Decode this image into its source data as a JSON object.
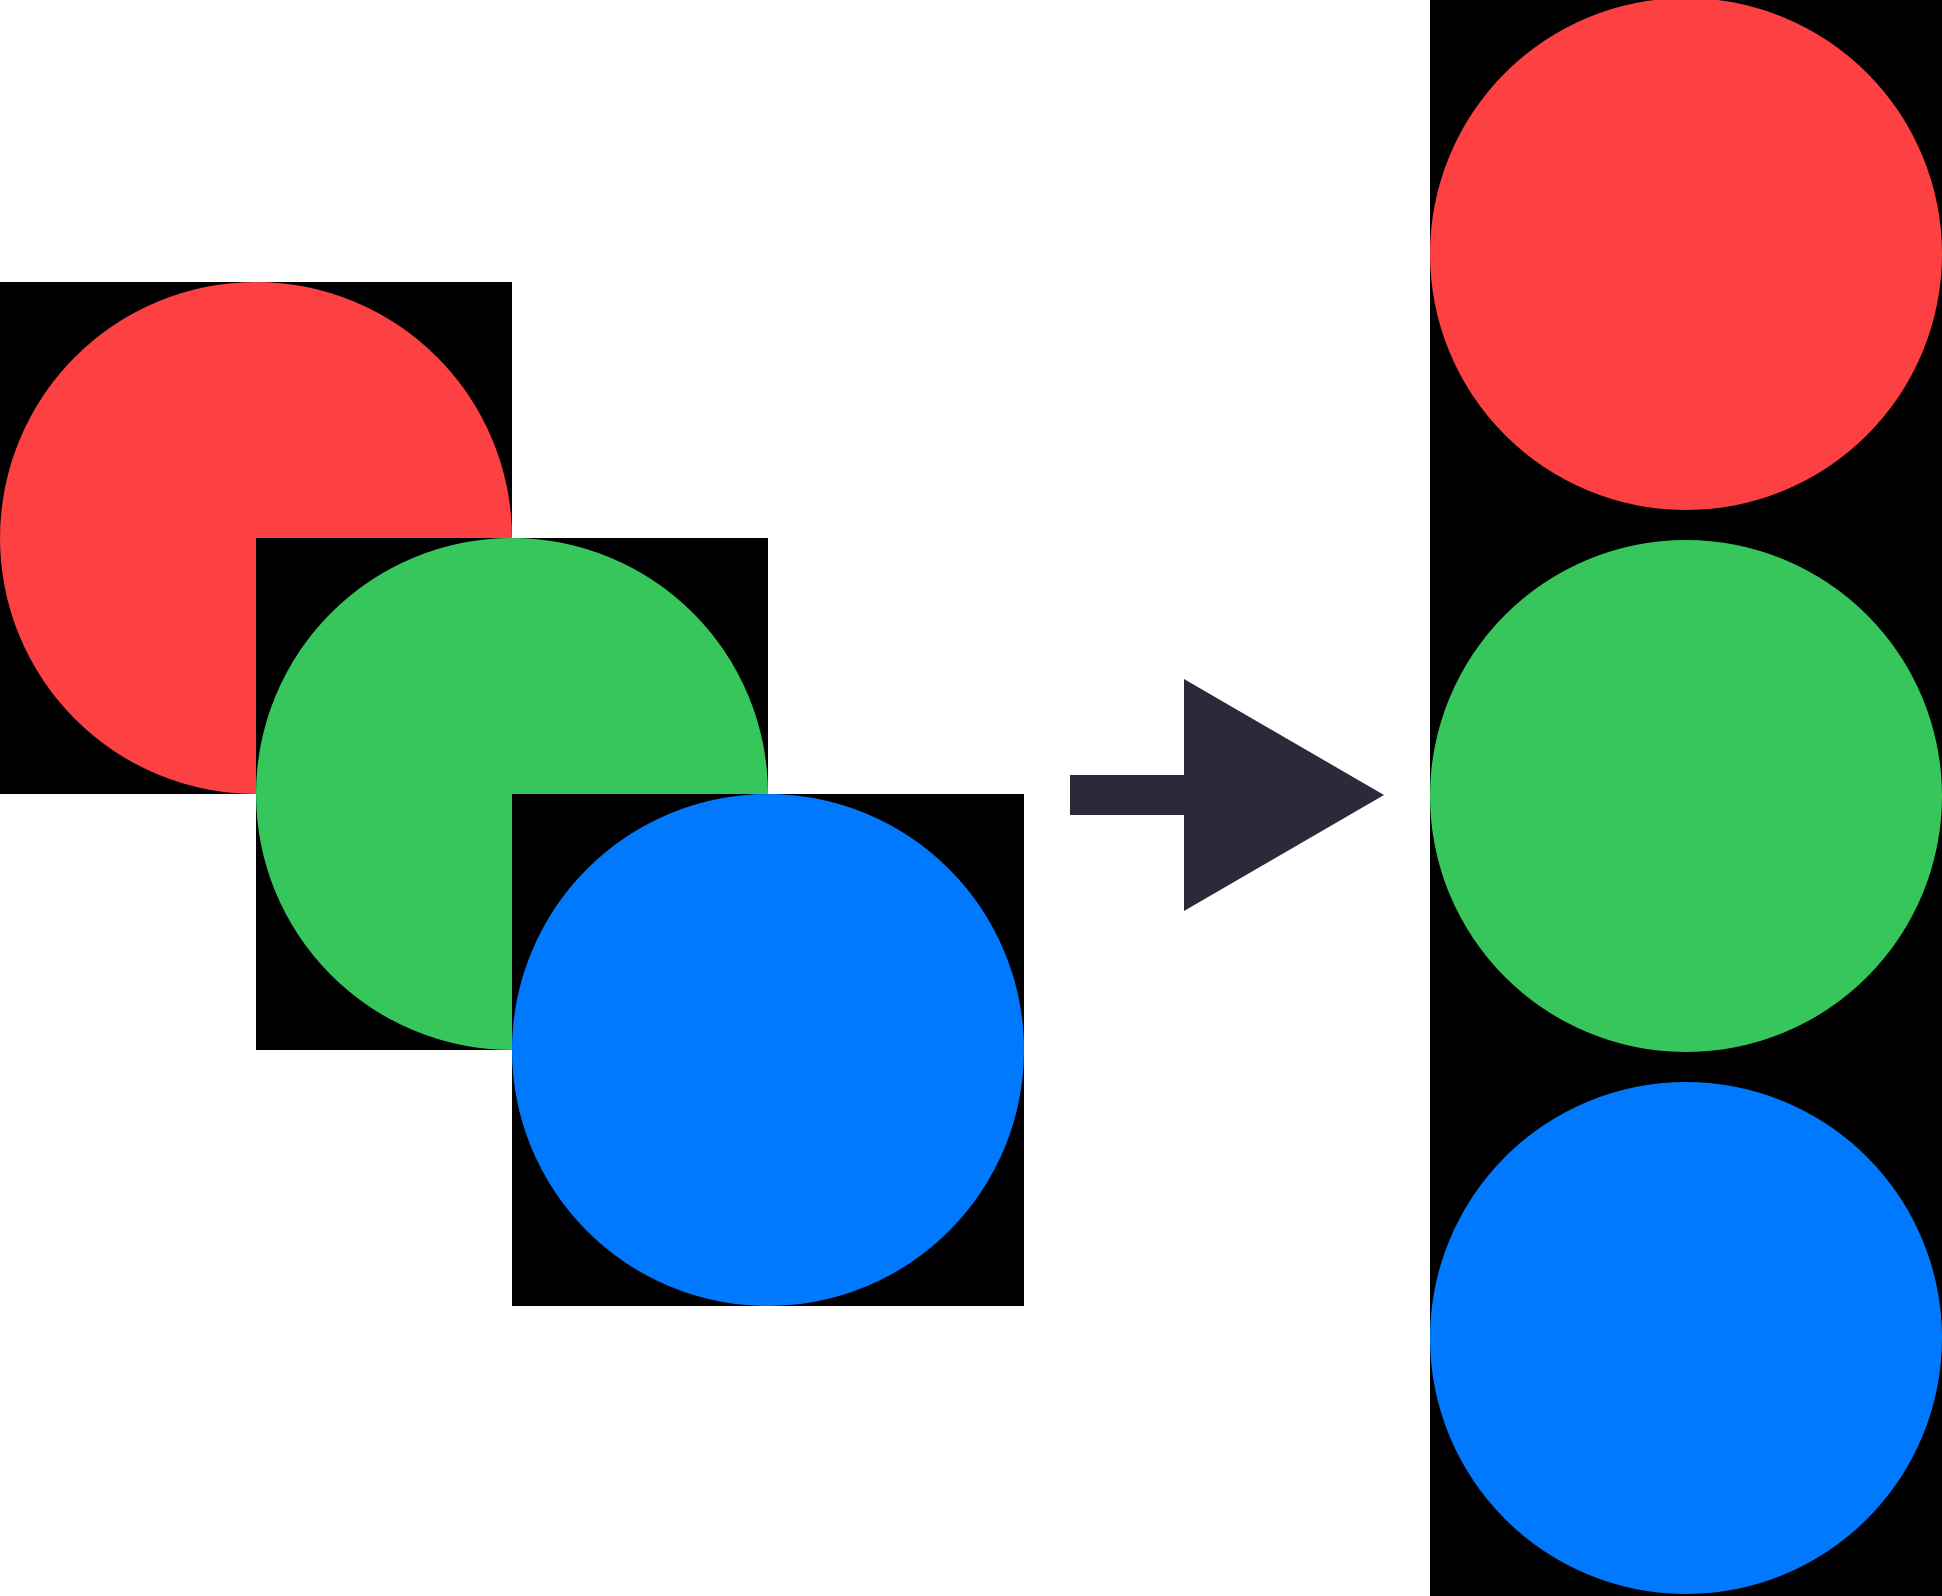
{
  "colors": {
    "background": "#ffffff",
    "tile": "#000000",
    "red": "#fd4041",
    "green": "#36c65b",
    "blue": "#0079ff",
    "arrow": "#2b2a3b"
  },
  "stacked_group": {
    "items": [
      {
        "color_key": "red",
        "icon": "red-circle-icon"
      },
      {
        "color_key": "green",
        "icon": "green-circle-icon"
      },
      {
        "color_key": "blue",
        "icon": "blue-circle-icon"
      }
    ]
  },
  "arrow": {
    "icon": "right-arrow-icon"
  },
  "vertical_group": {
    "items": [
      {
        "color_key": "red",
        "icon": "red-circle-icon"
      },
      {
        "color_key": "green",
        "icon": "green-circle-icon"
      },
      {
        "color_key": "blue",
        "icon": "blue-circle-icon"
      }
    ]
  }
}
